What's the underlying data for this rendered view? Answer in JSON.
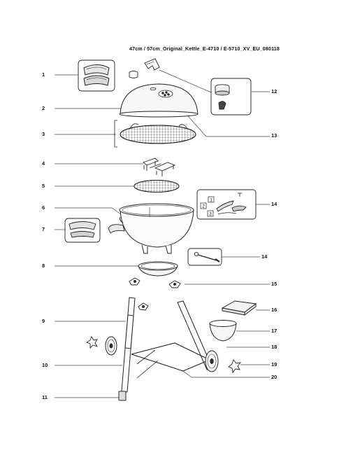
{
  "header": {
    "title": "47cm / 57cm_Original_Kettle_E-4710 / E-5710_XV_EU_080118"
  },
  "callouts_left": [
    "1",
    "2",
    "3",
    "4",
    "5",
    "6",
    "7",
    "8",
    "9",
    "10",
    "11"
  ],
  "callouts_right": [
    "12",
    "13",
    "14",
    "14",
    "15",
    "16",
    "17",
    "18",
    "19",
    "20"
  ],
  "kit_labels": [
    "1",
    "2",
    "3"
  ]
}
